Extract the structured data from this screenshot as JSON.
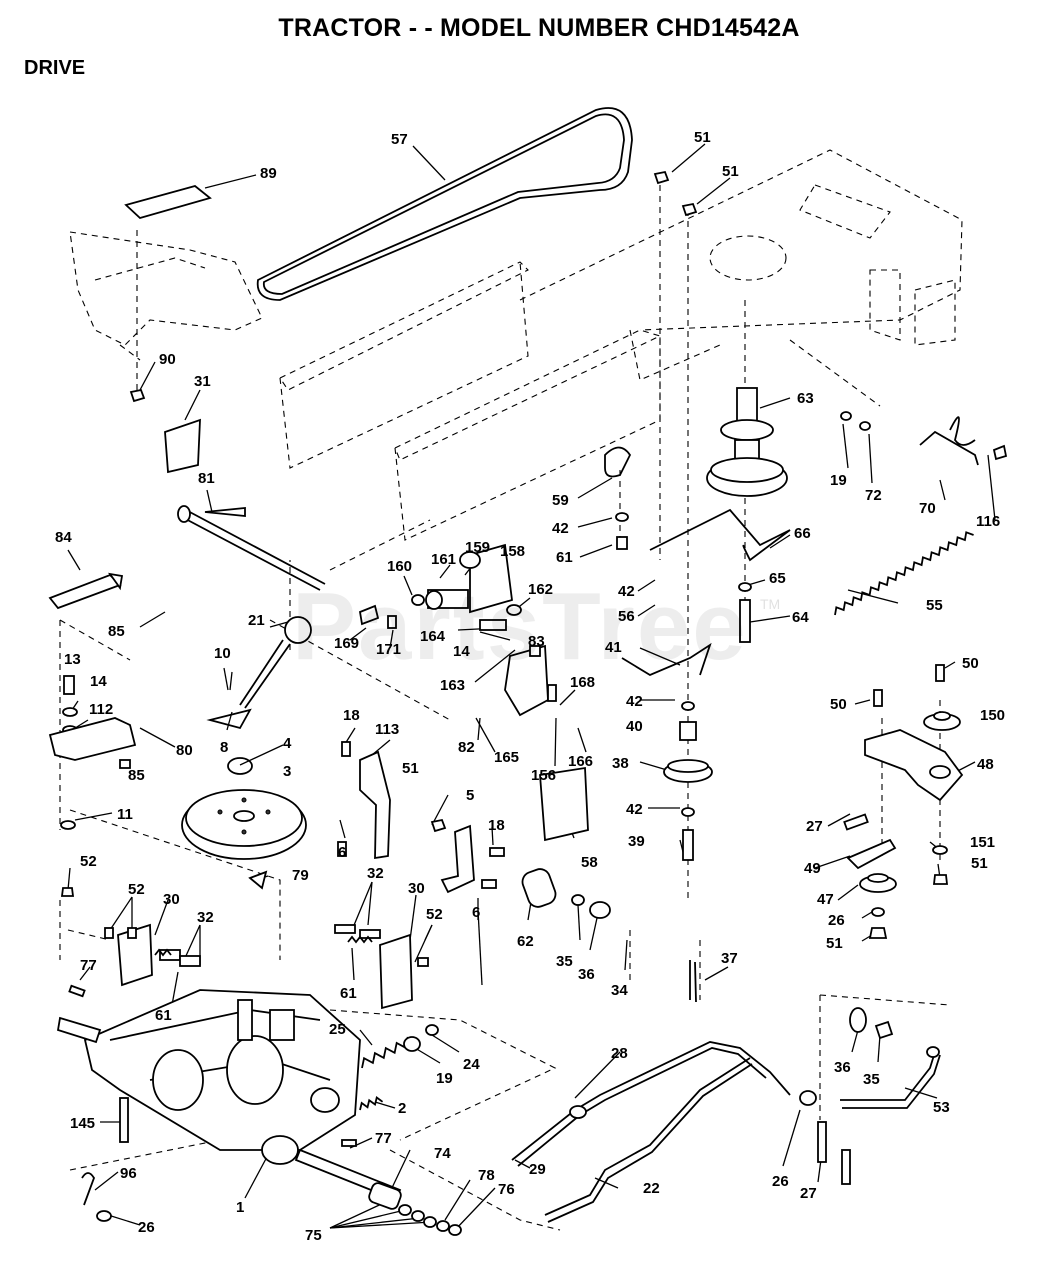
{
  "page": {
    "title": "TRACTOR - - MODEL NUMBER CHD14542A",
    "section": "DRIVE",
    "watermark": "PartsTree",
    "watermark_tm": "TM"
  },
  "part_labels": [
    {
      "id": "57",
      "text": "57"
    },
    {
      "id": "51a",
      "text": "51"
    },
    {
      "id": "51b",
      "text": "51"
    },
    {
      "id": "89",
      "text": "89"
    },
    {
      "id": "90",
      "text": "90"
    },
    {
      "id": "31",
      "text": "31"
    },
    {
      "id": "63",
      "text": "63"
    },
    {
      "id": "19a",
      "text": "19"
    },
    {
      "id": "72",
      "text": "72"
    },
    {
      "id": "70",
      "text": "70"
    },
    {
      "id": "116",
      "text": "116"
    },
    {
      "id": "81",
      "text": "81"
    },
    {
      "id": "59",
      "text": "59"
    },
    {
      "id": "42a",
      "text": "42"
    },
    {
      "id": "61a",
      "text": "61"
    },
    {
      "id": "66",
      "text": "66"
    },
    {
      "id": "84",
      "text": "84"
    },
    {
      "id": "160",
      "text": "160"
    },
    {
      "id": "161",
      "text": "161"
    },
    {
      "id": "159",
      "text": "159"
    },
    {
      "id": "158",
      "text": "158"
    },
    {
      "id": "162",
      "text": "162"
    },
    {
      "id": "42b",
      "text": "42"
    },
    {
      "id": "56",
      "text": "56"
    },
    {
      "id": "65",
      "text": "65"
    },
    {
      "id": "55",
      "text": "55"
    },
    {
      "id": "85a",
      "text": "85"
    },
    {
      "id": "21",
      "text": "21"
    },
    {
      "id": "169",
      "text": "169"
    },
    {
      "id": "171",
      "text": "171"
    },
    {
      "id": "164",
      "text": "164"
    },
    {
      "id": "14a",
      "text": "14"
    },
    {
      "id": "83",
      "text": "83"
    },
    {
      "id": "64",
      "text": "64"
    },
    {
      "id": "41",
      "text": "41"
    },
    {
      "id": "10",
      "text": "10"
    },
    {
      "id": "13",
      "text": "13"
    },
    {
      "id": "163",
      "text": "163"
    },
    {
      "id": "168",
      "text": "168"
    },
    {
      "id": "50a",
      "text": "50"
    },
    {
      "id": "14b",
      "text": "14"
    },
    {
      "id": "42c",
      "text": "42"
    },
    {
      "id": "50b",
      "text": "50"
    },
    {
      "id": "150",
      "text": "150"
    },
    {
      "id": "112",
      "text": "112"
    },
    {
      "id": "80",
      "text": "80"
    },
    {
      "id": "8",
      "text": "8"
    },
    {
      "id": "4",
      "text": "4"
    },
    {
      "id": "18a",
      "text": "18"
    },
    {
      "id": "113",
      "text": "113"
    },
    {
      "id": "82",
      "text": "82"
    },
    {
      "id": "165",
      "text": "165"
    },
    {
      "id": "156",
      "text": "156"
    },
    {
      "id": "166",
      "text": "166"
    },
    {
      "id": "40",
      "text": "40"
    },
    {
      "id": "85b",
      "text": "85"
    },
    {
      "id": "3",
      "text": "3"
    },
    {
      "id": "51c",
      "text": "51"
    },
    {
      "id": "38",
      "text": "38"
    },
    {
      "id": "48",
      "text": "48"
    },
    {
      "id": "11",
      "text": "11"
    },
    {
      "id": "5",
      "text": "5"
    },
    {
      "id": "27a",
      "text": "27"
    },
    {
      "id": "18b",
      "text": "18"
    },
    {
      "id": "42d",
      "text": "42"
    },
    {
      "id": "6a",
      "text": "6"
    },
    {
      "id": "39",
      "text": "39"
    },
    {
      "id": "151",
      "text": "151"
    },
    {
      "id": "58",
      "text": "58"
    },
    {
      "id": "51d",
      "text": "51"
    },
    {
      "id": "52a",
      "text": "52"
    },
    {
      "id": "49",
      "text": "49"
    },
    {
      "id": "79",
      "text": "79"
    },
    {
      "id": "32a",
      "text": "32"
    },
    {
      "id": "47",
      "text": "47"
    },
    {
      "id": "52b",
      "text": "52"
    },
    {
      "id": "30a",
      "text": "30"
    },
    {
      "id": "30b",
      "text": "30"
    },
    {
      "id": "6b",
      "text": "6"
    },
    {
      "id": "26a",
      "text": "26"
    },
    {
      "id": "32b",
      "text": "32"
    },
    {
      "id": "52c",
      "text": "52"
    },
    {
      "id": "51e",
      "text": "51"
    },
    {
      "id": "62",
      "text": "62"
    },
    {
      "id": "35a",
      "text": "35"
    },
    {
      "id": "36a",
      "text": "36"
    },
    {
      "id": "77a",
      "text": "77"
    },
    {
      "id": "37",
      "text": "37"
    },
    {
      "id": "61b",
      "text": "61"
    },
    {
      "id": "61c",
      "text": "61"
    },
    {
      "id": "34",
      "text": "34"
    },
    {
      "id": "25",
      "text": "25"
    },
    {
      "id": "24",
      "text": "24"
    },
    {
      "id": "28",
      "text": "28"
    },
    {
      "id": "36b",
      "text": "36"
    },
    {
      "id": "35b",
      "text": "35"
    },
    {
      "id": "19b",
      "text": "19"
    },
    {
      "id": "53",
      "text": "53"
    },
    {
      "id": "2",
      "text": "2"
    },
    {
      "id": "145",
      "text": "145"
    },
    {
      "id": "77b",
      "text": "77"
    },
    {
      "id": "29",
      "text": "29"
    },
    {
      "id": "26b",
      "text": "26"
    },
    {
      "id": "74",
      "text": "74"
    },
    {
      "id": "22",
      "text": "22"
    },
    {
      "id": "96",
      "text": "96"
    },
    {
      "id": "27b",
      "text": "27"
    },
    {
      "id": "78",
      "text": "78"
    },
    {
      "id": "76",
      "text": "76"
    },
    {
      "id": "1",
      "text": "1"
    },
    {
      "id": "26c",
      "text": "26"
    },
    {
      "id": "75",
      "text": "75"
    }
  ]
}
